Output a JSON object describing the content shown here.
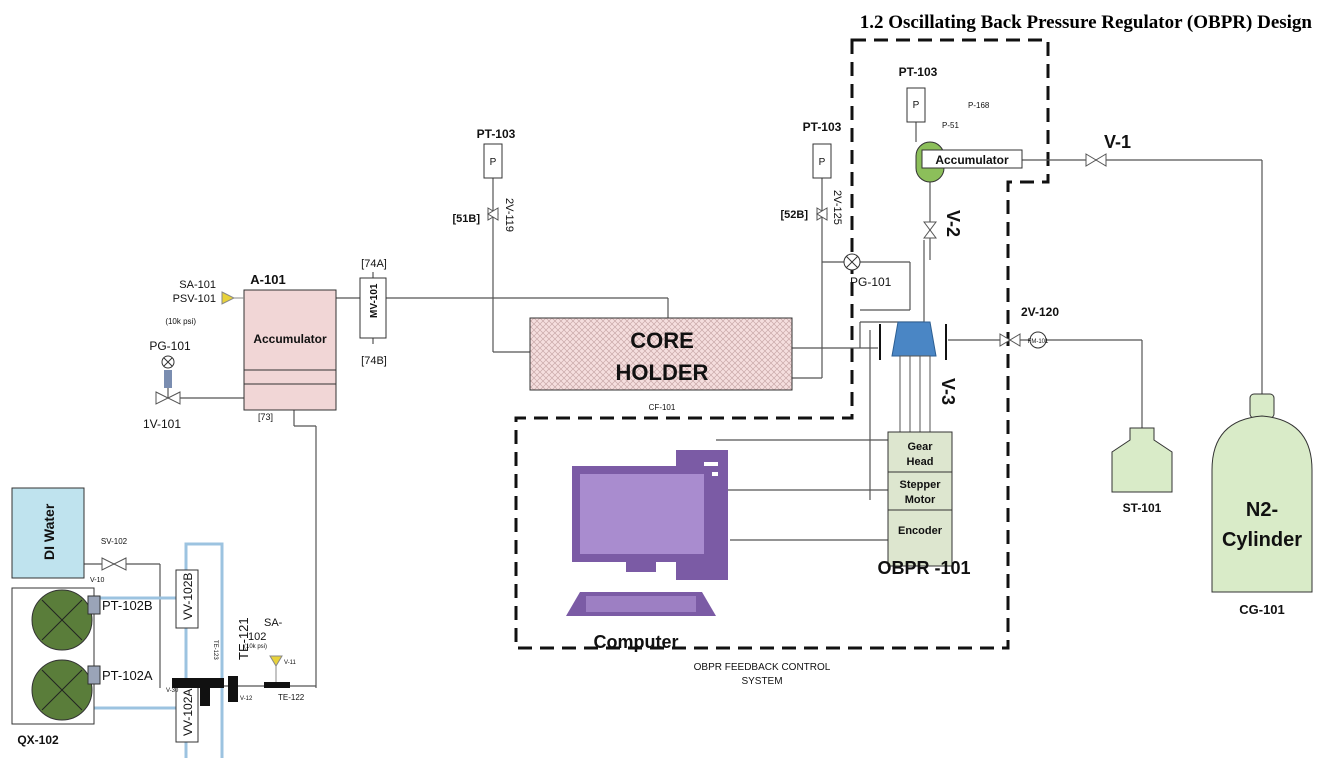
{
  "title": "1.2 Oscillating Back Pressure Regulator (OBPR) Design",
  "labels": {
    "pt103_top": "PT-103",
    "pt103_mid": "PT-103",
    "pt103_left": "PT-103",
    "p": "P",
    "p168": "P-168",
    "p51": "P-51",
    "v1": "V-1",
    "v2": "V-2",
    "v3": "V-3",
    "accumulator_small": "Accumulator",
    "v2_119": "2V-119",
    "v2_125": "2V-125",
    "b51": "[51B]",
    "b52": "[52B]",
    "a101": "A-101",
    "accumulator": "Accumulator",
    "sa101": "SA-101",
    "psv101": "PSV-101",
    "psi10k": "(10k psi)",
    "pg101_left": "PG-101",
    "v1_101": "1V-101",
    "n73": "[73]",
    "n74a": "[74A]",
    "n74b": "[74B]",
    "mv101": "MV-101",
    "core_line1": "CORE",
    "core_line2": "HOLDER",
    "cf101": "CF-101",
    "pg101_right": "PG-101",
    "v2_120": "2V-120",
    "fm": "FM-101",
    "gear1": "Gear",
    "gear2": "Head",
    "stepper1": "Stepper",
    "stepper2": "Motor",
    "encoder": "Encoder",
    "obpr101": "OBPR -101",
    "computer": "Computer",
    "st101": "ST-101",
    "n2_line1": "N2-",
    "n2_line2": "Cylinder",
    "cg101": "CG-101",
    "feedback1": "OBPR FEEDBACK CONTROL",
    "feedback2": "SYSTEM",
    "di_water": "DI Water",
    "sv102": "SV-102",
    "v10": "V-10",
    "vv102b": "VV-102B",
    "vv102a": "VV-102A",
    "pt102b": "PT-102B",
    "pt102a": "PT-102A",
    "qx102": "QX-102",
    "te121": "TE-121",
    "te122": "TE-122",
    "te123": "TE-123",
    "sa102a": "SA-",
    "sa102b": "102",
    "psi10k_b": "(10k psi)",
    "v11": "V-11",
    "v12": "V-12",
    "v30": "V-30"
  },
  "colors": {
    "accumulator_fill": "#f1d6d6",
    "green_vessel": "#8cbf5a",
    "regulator_blue": "#4a86c5",
    "motor_fill": "#dde6cf",
    "computer_purple": "#7b5ba5",
    "tank_fill": "#d9ebc8",
    "pump_green": "#5a7d3a",
    "water_fill": "#bfe3ee",
    "safety_yellow": "#e8d23a"
  }
}
